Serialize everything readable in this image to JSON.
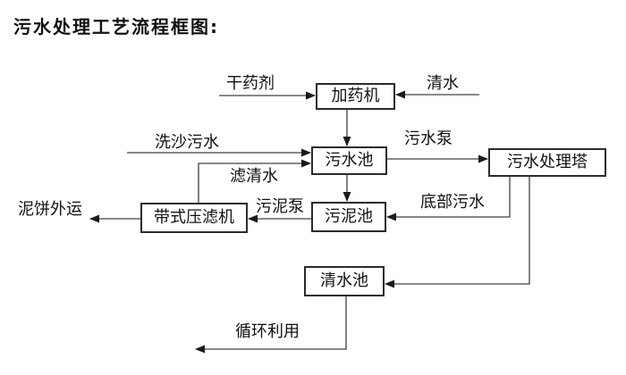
{
  "title": "污水处理工艺流程框图:",
  "colors": {
    "line": "#404040",
    "border": "#2b2b2b",
    "text": "#111111",
    "background": "#ffffff"
  },
  "nodes": {
    "dosing_machine": "加药机",
    "sewage_pool": "污水池",
    "treatment_tower": "污水处理塔",
    "belt_filter_press": "带式压滤机",
    "sludge_pool": "污泥池",
    "clean_water_pool": "清水池"
  },
  "labels": {
    "dry_chemical": "干药剂",
    "clean_water": "清水",
    "sand_washing_sewage": "洗沙污水",
    "filtered_water": "滤清水",
    "sewage_pump": "污水泵",
    "sludge_pump": "污泥泵",
    "mud_cake_out": "泥饼外运",
    "bottom_sewage": "底部污水",
    "recycling": "循环利用"
  },
  "edges": [
    {
      "from": "干药剂",
      "to": "加药机",
      "label": "干药剂"
    },
    {
      "from": "清水",
      "to": "加药机",
      "label": "清水"
    },
    {
      "from": "加药机",
      "to": "污水池",
      "label": ""
    },
    {
      "from": "洗沙污水",
      "to": "污水池",
      "label": "洗沙污水"
    },
    {
      "from": "带式压滤机",
      "to": "污水池",
      "label": "滤清水"
    },
    {
      "from": "污水池",
      "to": "污水处理塔",
      "label": "污水泵"
    },
    {
      "from": "污水池",
      "to": "污泥池",
      "label": ""
    },
    {
      "from": "污水处理塔",
      "to": "污泥池",
      "label": "底部污水"
    },
    {
      "from": "污泥池",
      "to": "带式压滤机",
      "label": "污泥泵"
    },
    {
      "from": "带式压滤机",
      "to": "泥饼外运",
      "label": "泥饼外运"
    },
    {
      "from": "污水处理塔",
      "to": "清水池",
      "label": ""
    },
    {
      "from": "清水池",
      "to": "循环利用",
      "label": "循环利用"
    }
  ]
}
